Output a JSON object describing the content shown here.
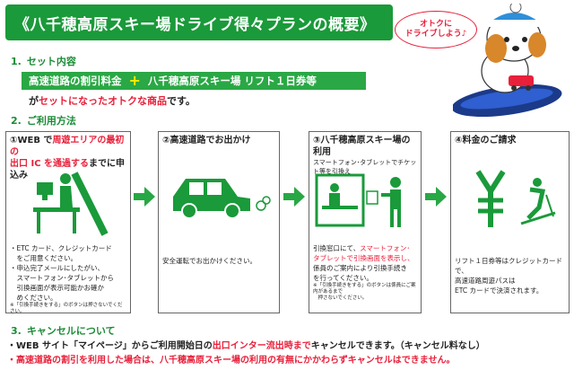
{
  "title": "《八千穂高原スキー場ドライブ得々プランの概要》",
  "bubble": {
    "line1": "オトクに",
    "line2": "ドライブしよう♪"
  },
  "sec1": {
    "num": "1.",
    "label": "セット内容"
  },
  "bar": {
    "left": "高速道路の割引料金",
    "plus": "+",
    "right": "八千穂高原スキー場 リフト１日券等"
  },
  "line2": {
    "prefix": "が",
    "red": "セットになったオトクな商品",
    "suffix": "です。"
  },
  "sec2": {
    "num": "2.",
    "label": "ご利用方法"
  },
  "cards": [
    {
      "head_a": "①WEB で",
      "head_red1": "周遊エリアの最初の",
      "head_red2": "出口 IC を通過する",
      "head_b": "までに申込み",
      "bullets": [
        "・ETC カード、クレジットカード",
        "　をご用意ください。",
        "・申込完了メールにしたがい、",
        "　スマートフォン･タブレットから",
        "　引換画面が表示可能かお確か",
        "　めください。"
      ],
      "note": "※「引換手続きをする」のボタンは押さないでください。"
    },
    {
      "head": "②高速道路でお出かけ",
      "body": "安全運転でお出かけください。"
    },
    {
      "head": "③八千穂高原スキー場の利用",
      "sub": "スマートフォン･タブレットでチケット等を引換え",
      "body_a": "引換窓口にて、",
      "body_red1": "スマートフォン･",
      "body_red2": "タブレットで引換画面を表示し、",
      "body_b1": "係員のご案内により引換手続き",
      "body_b2": "を行ってください。",
      "note1": "※「引換手続きをする」のボタンは係員にご案内があるまで",
      "note2": "　押さないでください。"
    },
    {
      "head": "④料金のご請求",
      "body1": "リフト１日券等はクレジットカードで、",
      "body2": "高速道路周遊パスは",
      "body3": "ETC カードで決済されます。"
    }
  ],
  "sec3": {
    "num": "3.",
    "label": "キャンセルについて"
  },
  "cancel1": {
    "a": "・WEB サイト「マイページ」からご利用開始日の",
    "red": "出口インター流出時まで",
    "b": "キャンセルできます。（キャンセル料なし）"
  },
  "cancel2": {
    "red": "・高速道路の割引を利用した場合は、八千穂高原スキー場の利用の有無にかかわらずキャンセルはできません。"
  },
  "colors": {
    "green": "#1a9a3a",
    "red": "#e8203a",
    "arrow": "#28a745"
  }
}
